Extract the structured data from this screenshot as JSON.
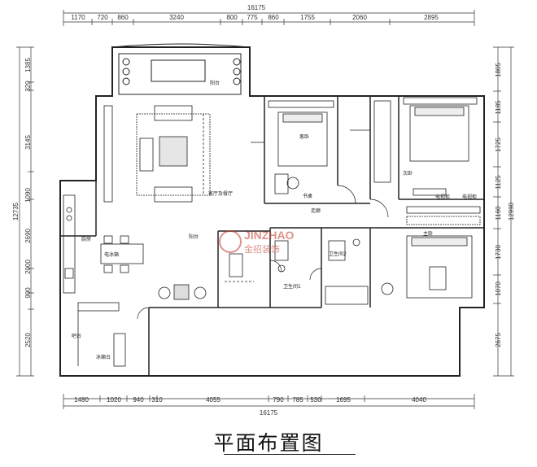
{
  "title": "平面布置图",
  "top_dims": {
    "total": "16175",
    "segments": [
      "1170",
      "720",
      "860",
      "3240",
      "800",
      "775",
      "860",
      "1755",
      "2060",
      "2895"
    ]
  },
  "bottom_dims": {
    "total": "16175",
    "segments": [
      "1480",
      "1020",
      "940",
      "310",
      "4055",
      "790",
      "785",
      "530",
      "1695",
      "4040"
    ]
  },
  "left_dims": {
    "total": "12735",
    "segments": [
      "1385",
      "320",
      "3145",
      "1090",
      "2690",
      "2000",
      "990",
      "2520"
    ]
  },
  "right_dims": {
    "total": "12990",
    "segments": [
      "1805",
      "1185",
      "1725",
      "1125",
      "1160",
      "1730",
      "1070",
      "2675"
    ]
  },
  "rooms": {
    "balcony": "阳台",
    "living": "客厅及餐厅",
    "guest": "客卧",
    "second": "次卧",
    "master": "主卧",
    "kitchen": "厨房",
    "corridor": "走廊",
    "bath1": "卫生间1",
    "bath2": "卫生间2",
    "balcony2": "阳台",
    "desk": "书桌",
    "tv1": "电视柜",
    "tv2": "电视柜",
    "cook": "电冰箱",
    "island": "吧台",
    "fridge": "冰箱台"
  },
  "watermark": {
    "text": "JINZHAO",
    "sub": "金招装饰"
  },
  "colors": {
    "line": "#222222",
    "accent": "#c0392b"
  }
}
